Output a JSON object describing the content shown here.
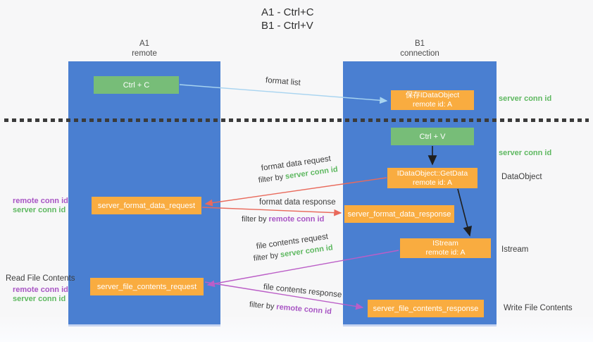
{
  "title": {
    "line1": "A1 - Ctrl+C",
    "line2": "B1 - Ctrl+V"
  },
  "lanes": {
    "a1": {
      "name": "A1",
      "subtitle": "remote"
    },
    "b1": {
      "name": "B1",
      "subtitle": "connection"
    }
  },
  "nodes": {
    "ctrl_c": {
      "label": "Ctrl + C"
    },
    "ctrl_v": {
      "label": "Ctrl + V"
    },
    "save_idataobject": {
      "line1": "保存IDataObject",
      "line2": "remote id: A"
    },
    "idataobject_getdata": {
      "line1": "IDataObject::GetData",
      "line2": "remote id: A"
    },
    "istream": {
      "line1": "IStream",
      "line2": "remote id: A"
    },
    "server_format_data_request": {
      "label": "server_format_data_request"
    },
    "server_format_data_response": {
      "label": "server_format_data_response"
    },
    "server_file_contents_request": {
      "label": "server_file_contents_request"
    },
    "server_file_contents_response": {
      "label": "server_file_contents_response"
    }
  },
  "arrows": {
    "format_list": {
      "label": "format list"
    },
    "format_data_request": {
      "label": "format data request",
      "filter_prefix": "filter by",
      "filter_key": "server conn id"
    },
    "format_data_response": {
      "label": "format data response",
      "filter_prefix": "filter by",
      "filter_key": "remote conn id"
    },
    "file_contents_request": {
      "label": "file contents request",
      "filter_prefix": "filter by",
      "filter_key": "server conn id"
    },
    "file_contents_response": {
      "label": "file contents response",
      "filter_prefix": "filter by",
      "filter_key": "remote conn id"
    }
  },
  "side_labels": {
    "server_conn_id_top": "server conn id",
    "server_conn_id_mid": "server conn id",
    "dataobject": "DataObject",
    "istream": "Istream",
    "write_file_contents": "Write File Contents",
    "read_file_contents": "Read File Contents",
    "format_remote_conn_id": "remote conn id",
    "format_server_conn_id": "server conn id",
    "file_remote_conn_id": "remote conn id",
    "file_server_conn_id": "server conn id"
  },
  "colors": {
    "lane_blue": "#4a7fd1",
    "node_orange": "#f9ac40",
    "node_green": "#77bd78",
    "arrow_blue": "#a8d4f0",
    "arrow_red": "#e96a5c",
    "arrow_magenta": "#bb5ec7",
    "arrow_black": "#1f1f1f",
    "text_green": "#5eb860",
    "text_purple": "#a855c4",
    "text_dark": "#3c3c3c"
  }
}
